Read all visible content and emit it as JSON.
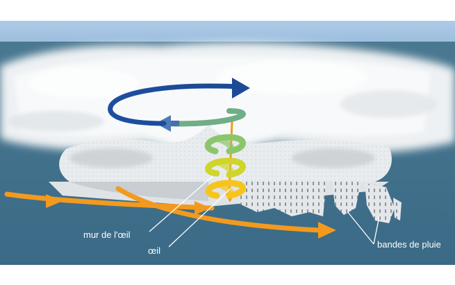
{
  "labels": {
    "eyewall": "mur de l'œil",
    "eye": "œil",
    "rainbands": "bandes de pluie"
  },
  "colors": {
    "sky": "#a9c8e6",
    "ocean": "#3f6f8c",
    "cloud": "#f4f6f7",
    "outflow_arrow": "#1f4f9c",
    "inflow_arrow": "#f39a1e",
    "spiral_mid": "#7fc07a",
    "spiral_low": "#f5d21a",
    "label_text": "#ffffff"
  }
}
